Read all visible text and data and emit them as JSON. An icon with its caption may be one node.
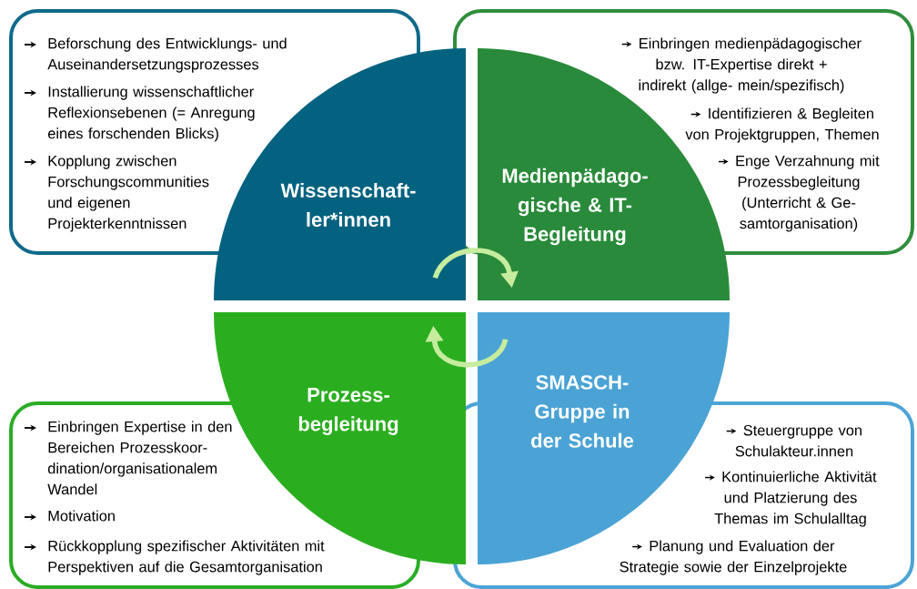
{
  "diagram": {
    "nodes": [
      {
        "text": [
          "Beforschung des Entwicklungs- und Auseinandersetzungsprozesses",
          "Installierung wissenschaftlicher Reflexionsebenen (= Anregung eines forschenden Blicks)",
          "Kopplung zwischen Forschungscommunities und eigenen Projekterkenntnissen"
        ]
      },
      {
        "text": [
          "Einbringen medienpädagogischer  bzw. IT-Expertise direkt + indirekt (allge- mein/spezifisch)",
          "Identifizieren & Begleiten von Projektgruppen, Themen",
          "Enge Verzahnung mit Prozessbegleitung (Unterricht & Ge- samtorganisation)"
        ]
      },
      {
        "text": [
          "Wissenschaft- ler*innen"
        ]
      },
      {
        "text": [
          "Medienpädago- gische & IT- Begleitung"
        ]
      },
      {
        "text": [
          "Prozess- begleitung"
        ]
      },
      {
        "text": [
          "SMASCH- Gruppe in der Schule"
        ]
      },
      {
        "text": [
          "Einbringen Expertise in den Bereichen Prozesskoor- dination/organisationalem Wandel",
          "Motivation",
          "Rückkopplung spezifischer Aktivitäten mit Perspektiven auf die Gesamtorganisation"
        ]
      },
      {
        "text": [
          "Steuergruppe von Schulakteur.innen",
          "Kontinuierliche Aktivität und Platzierung des Themas im Schulalltag",
          "Planung und Evaluation der Strategie sowie der Einzelprojekte"
        ]
      }
    ],
    "edges": [
      {
        "from": 2,
        "to": 3,
        "arrow": "to"
      },
      {
        "from": 5,
        "to": 4,
        "arrow": "to"
      }
    ]
  }
}
